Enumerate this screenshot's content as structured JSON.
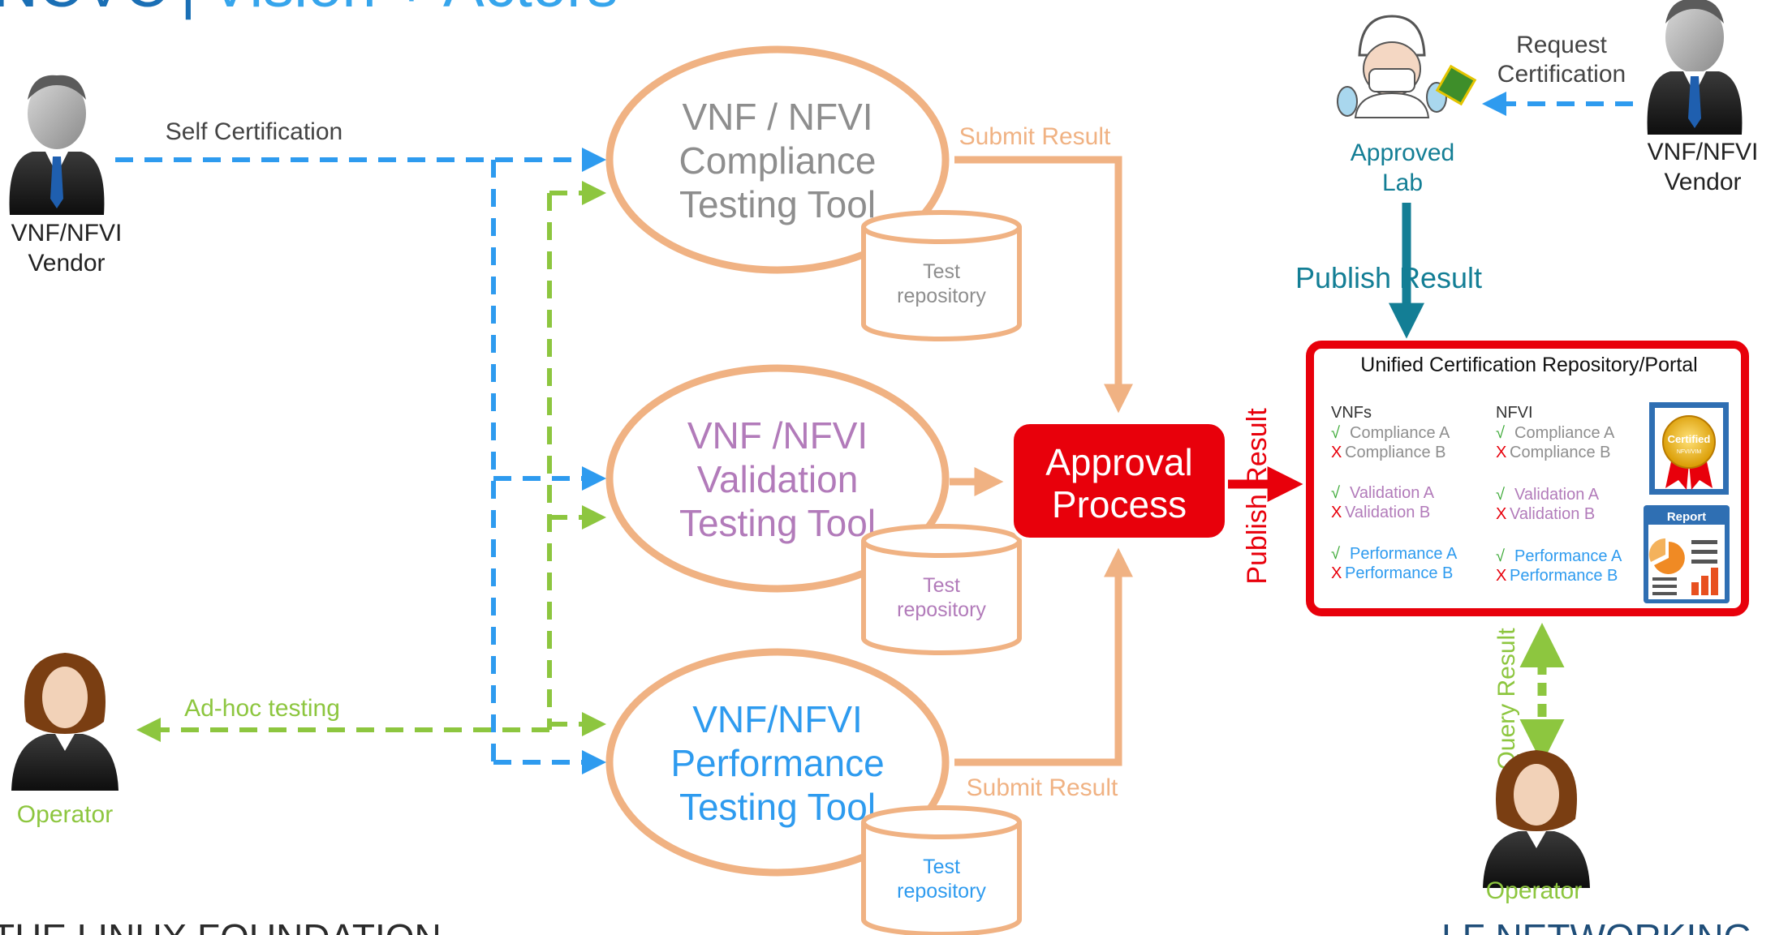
{
  "page": {
    "title_left": "NCVC",
    "title_sep": "|",
    "title_right": "Vision + Actors",
    "footer_left": "THE LINUX FOUNDATION",
    "footer_right": "LF NETWORKING"
  },
  "actors": {
    "vendor_left": {
      "line1": "VNF/NFVI",
      "line2": "Vendor"
    },
    "vendor_right": {
      "line1": "VNF/NFVI",
      "line2": "Vendor"
    },
    "lab": {
      "line1": "Approved",
      "line2": "Lab"
    },
    "operator_left": "Operator",
    "operator_right": "Operator"
  },
  "tools": {
    "compliance": {
      "line1": "VNF / NFVI",
      "line2": "Compliance",
      "line3": "Testing Tool"
    },
    "validation": {
      "line1": "VNF /NFVI",
      "line2": "Validation",
      "line3": "Testing Tool"
    },
    "performance": {
      "line1": "VNF/NFVI",
      "line2": "Performance",
      "line3": "Testing Tool"
    }
  },
  "repository": {
    "line1": "Test",
    "line2": "repository"
  },
  "approval": {
    "line1": "Approval",
    "line2": "Process"
  },
  "edges": {
    "self_certification": "Self Certification",
    "adhoc_testing": "Ad-hoc testing",
    "submit_result_top": "Submit Result",
    "submit_result_bottom": "Submit Result",
    "publish_result_vertical": "Publish Result",
    "publish_result_lab": "Publish Result",
    "request_line1": "Request",
    "request_line2": "Certification",
    "query_result": "Query Result"
  },
  "portal": {
    "title": "Unified Certification Repository/Portal",
    "vnfs_header": "VNFs",
    "nfvi_header": "NFVI",
    "check": "√",
    "cross": "X",
    "items": [
      "Compliance A",
      "Compliance B",
      "Validation A",
      "Validation B",
      "Performance A",
      "Performance B"
    ],
    "badge_text": "Certified",
    "badge_sub": "NFVI/VIM",
    "report_title": "Report"
  },
  "colors": {
    "orange": "#F0B283",
    "blue": "#2E9BEF",
    "green": "#8DC63F",
    "red": "#E8000B",
    "teal": "#137E95",
    "purple": "#B27BBA",
    "gray": "#8E8E8E"
  }
}
